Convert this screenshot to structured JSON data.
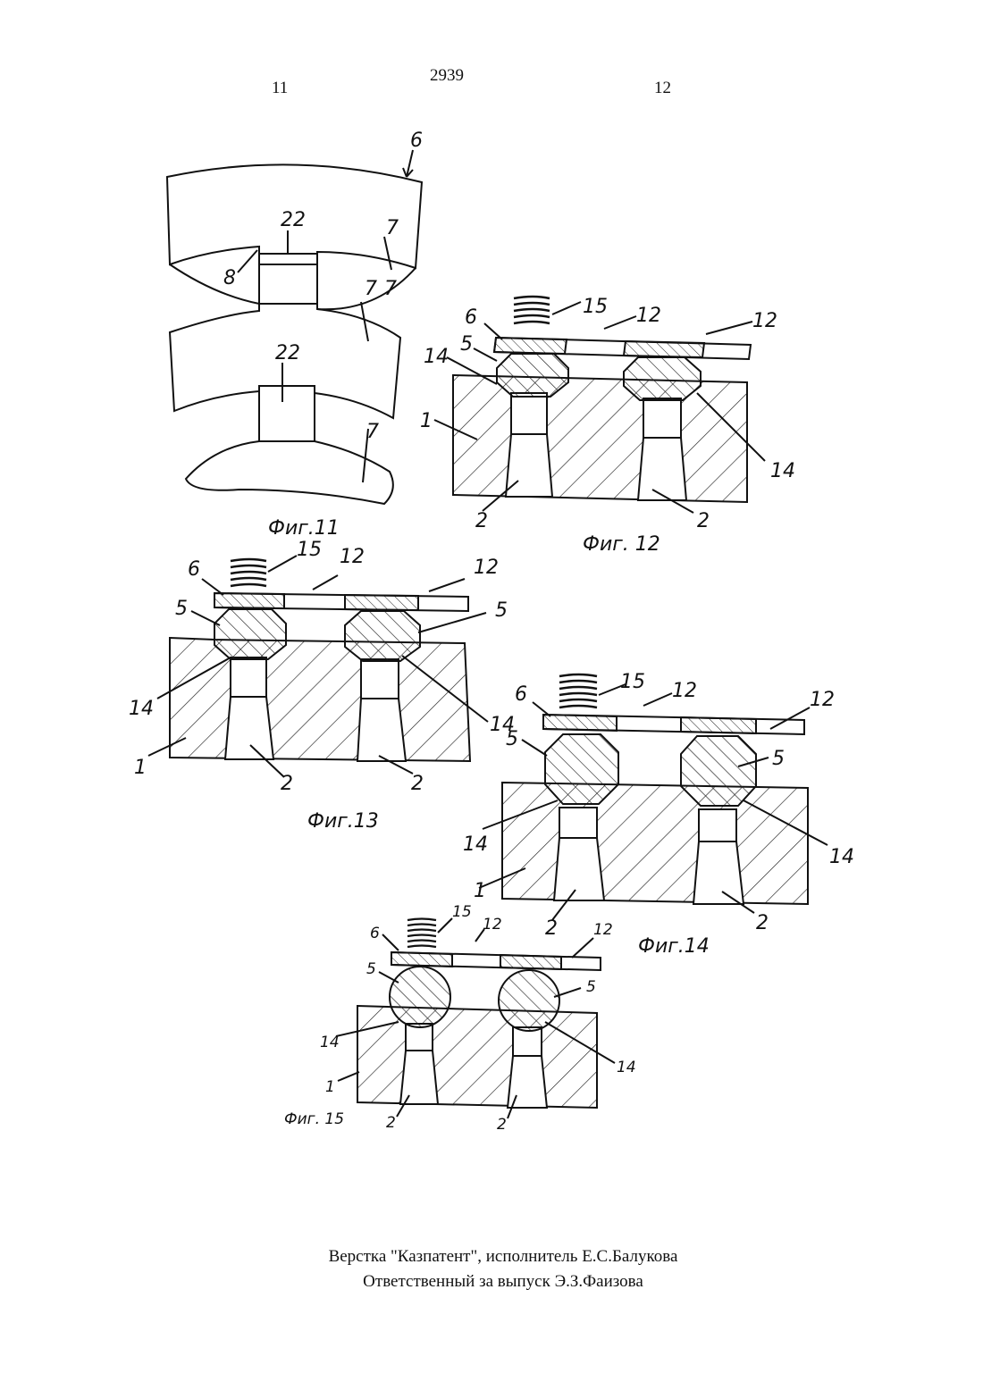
{
  "header": {
    "page_left": "11",
    "patent_number": "2939",
    "page_right": "12"
  },
  "figures": {
    "fig11": {
      "caption": "Фиг.11",
      "labels": {
        "assembly": "6",
        "window_top": "22",
        "window_bottom": "22",
        "edge": "8",
        "seg_a": "7",
        "seg_b": "7",
        "seg_c": "7",
        "seg_d": "7"
      }
    },
    "fig12": {
      "caption": "Фиг. 12",
      "labels": {
        "spring": "15",
        "plate": "6",
        "slot_a": "12",
        "slot_b": "12",
        "ball": "5",
        "seat_left": "14",
        "seat_right": "14",
        "body": "1",
        "channel_a": "2",
        "channel_b": "2"
      }
    },
    "fig13": {
      "caption": "Фиг.13",
      "labels": {
        "spring": "15",
        "plate": "6",
        "slot_a": "12",
        "slot_b": "12",
        "ball_left": "5",
        "ball_right": "5",
        "seat_left": "14",
        "seat_right": "14",
        "body": "1",
        "channel_a": "2",
        "channel_b": "2"
      }
    },
    "fig14": {
      "caption": "Фиг.14",
      "labels": {
        "spring": "15",
        "plate": "6",
        "slot_a": "12",
        "slot_b": "12",
        "ball_left": "5",
        "ball_right": "5",
        "seat_left": "14",
        "seat_right": "14",
        "body": "1",
        "channel_a": "2",
        "channel_b": "2"
      }
    },
    "fig15": {
      "caption": "Фиг. 15",
      "labels": {
        "spring": "15",
        "plate": "6",
        "slot_a": "12",
        "slot_b": "12",
        "ball_left": "5",
        "ball_right": "5",
        "seat_left": "14",
        "seat_right": "14",
        "body": "1",
        "channel_a": "2",
        "channel_b": "2"
      }
    }
  },
  "footer": {
    "line1": "Верстка \"Казпатент\", исполнитель  Е.С.Балукова",
    "line2": "Ответственный за выпуск  Э.З.Фаизова"
  }
}
